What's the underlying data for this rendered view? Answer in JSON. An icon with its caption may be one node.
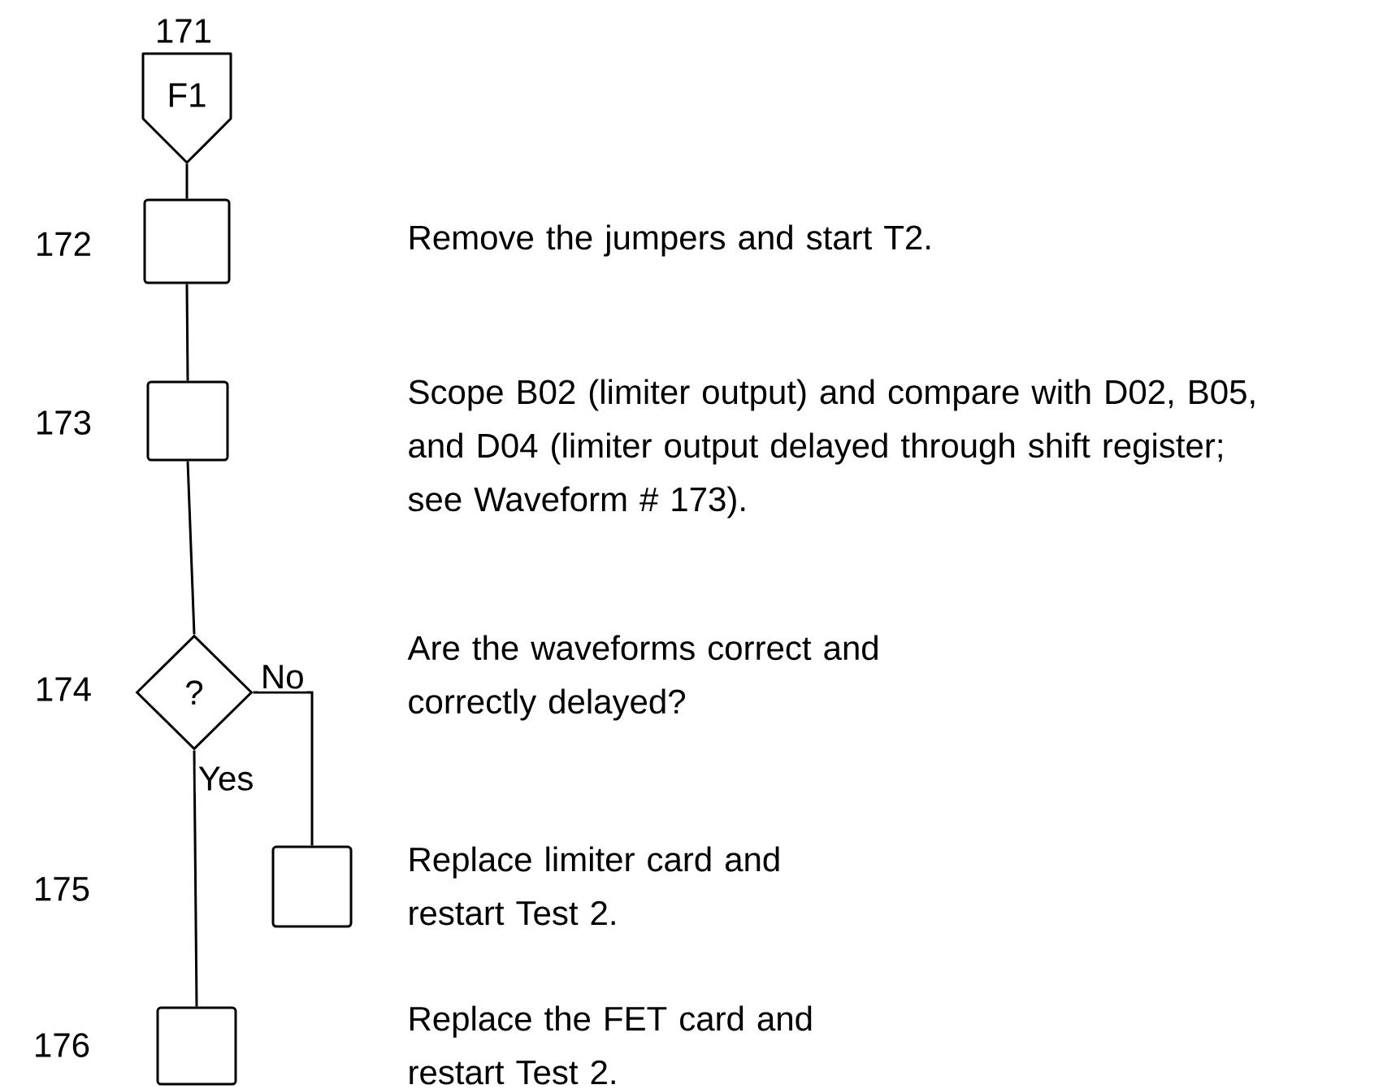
{
  "diagram": {
    "nodes": [
      {
        "text": [
          "F1"
        ],
        "beside": [
          "171"
        ]
      },
      {
        "text": [],
        "shape": "box"
      },
      {
        "text": [],
        "shape": "box"
      },
      {
        "text": [
          "?"
        ]
      },
      {
        "text": [],
        "shape": "box"
      },
      {
        "text": [],
        "shape": "box"
      }
    ],
    "edges": [
      {
        "from": 0,
        "to": 1,
        "arrow": "none"
      },
      {
        "from": 1,
        "to": 2,
        "arrow": "none"
      },
      {
        "from": 2,
        "to": 3,
        "arrow": "none"
      },
      {
        "from": 3,
        "to": 4,
        "arrow": "none",
        "label": "No"
      },
      {
        "from": 3,
        "to": 5,
        "arrow": "none",
        "label": "Yes"
      }
    ],
    "labels": [
      "172",
      "Remove the jumpers and start T2.",
      "173",
      "Scope B02 (limiter output) and compare with D02, B05, and D04 (limiter output delayed through shift register; see Waveform # 173).",
      "174",
      "Are the waveforms correct and correctly delayed?",
      "175",
      "Replace limiter card and restart Test 2.",
      "176",
      "Replace the FET card and restart Test 2."
    ]
  }
}
